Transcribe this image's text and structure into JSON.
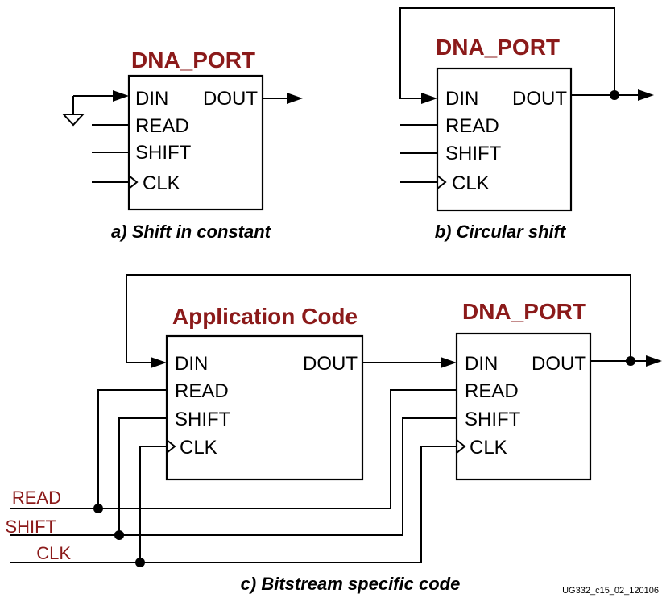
{
  "panel_a": {
    "title": "DNA_PORT",
    "pins": {
      "din": "DIN",
      "dout": "DOUT",
      "read": "READ",
      "shift": "SHIFT",
      "clk": "CLK"
    },
    "caption": "a) Shift in constant"
  },
  "panel_b": {
    "title": "DNA_PORT",
    "pins": {
      "din": "DIN",
      "dout": "DOUT",
      "read": "READ",
      "shift": "SHIFT",
      "clk": "CLK"
    },
    "caption": "b) Circular shift"
  },
  "panel_c": {
    "app_block": {
      "title": "Application Code",
      "pins": {
        "din": "DIN",
        "dout": "DOUT",
        "read": "READ",
        "shift": "SHIFT",
        "clk": "CLK"
      }
    },
    "dna_block": {
      "title": "DNA_PORT",
      "pins": {
        "din": "DIN",
        "dout": "DOUT",
        "read": "READ",
        "shift": "SHIFT",
        "clk": "CLK"
      }
    },
    "signals": {
      "read": "READ",
      "shift": "SHIFT",
      "clk": "CLK"
    },
    "caption": "c) Bitstream specific code"
  },
  "figure_id": "UG332_c15_02_120106",
  "colors": {
    "title": "#8b1a1a",
    "line": "#000000"
  }
}
